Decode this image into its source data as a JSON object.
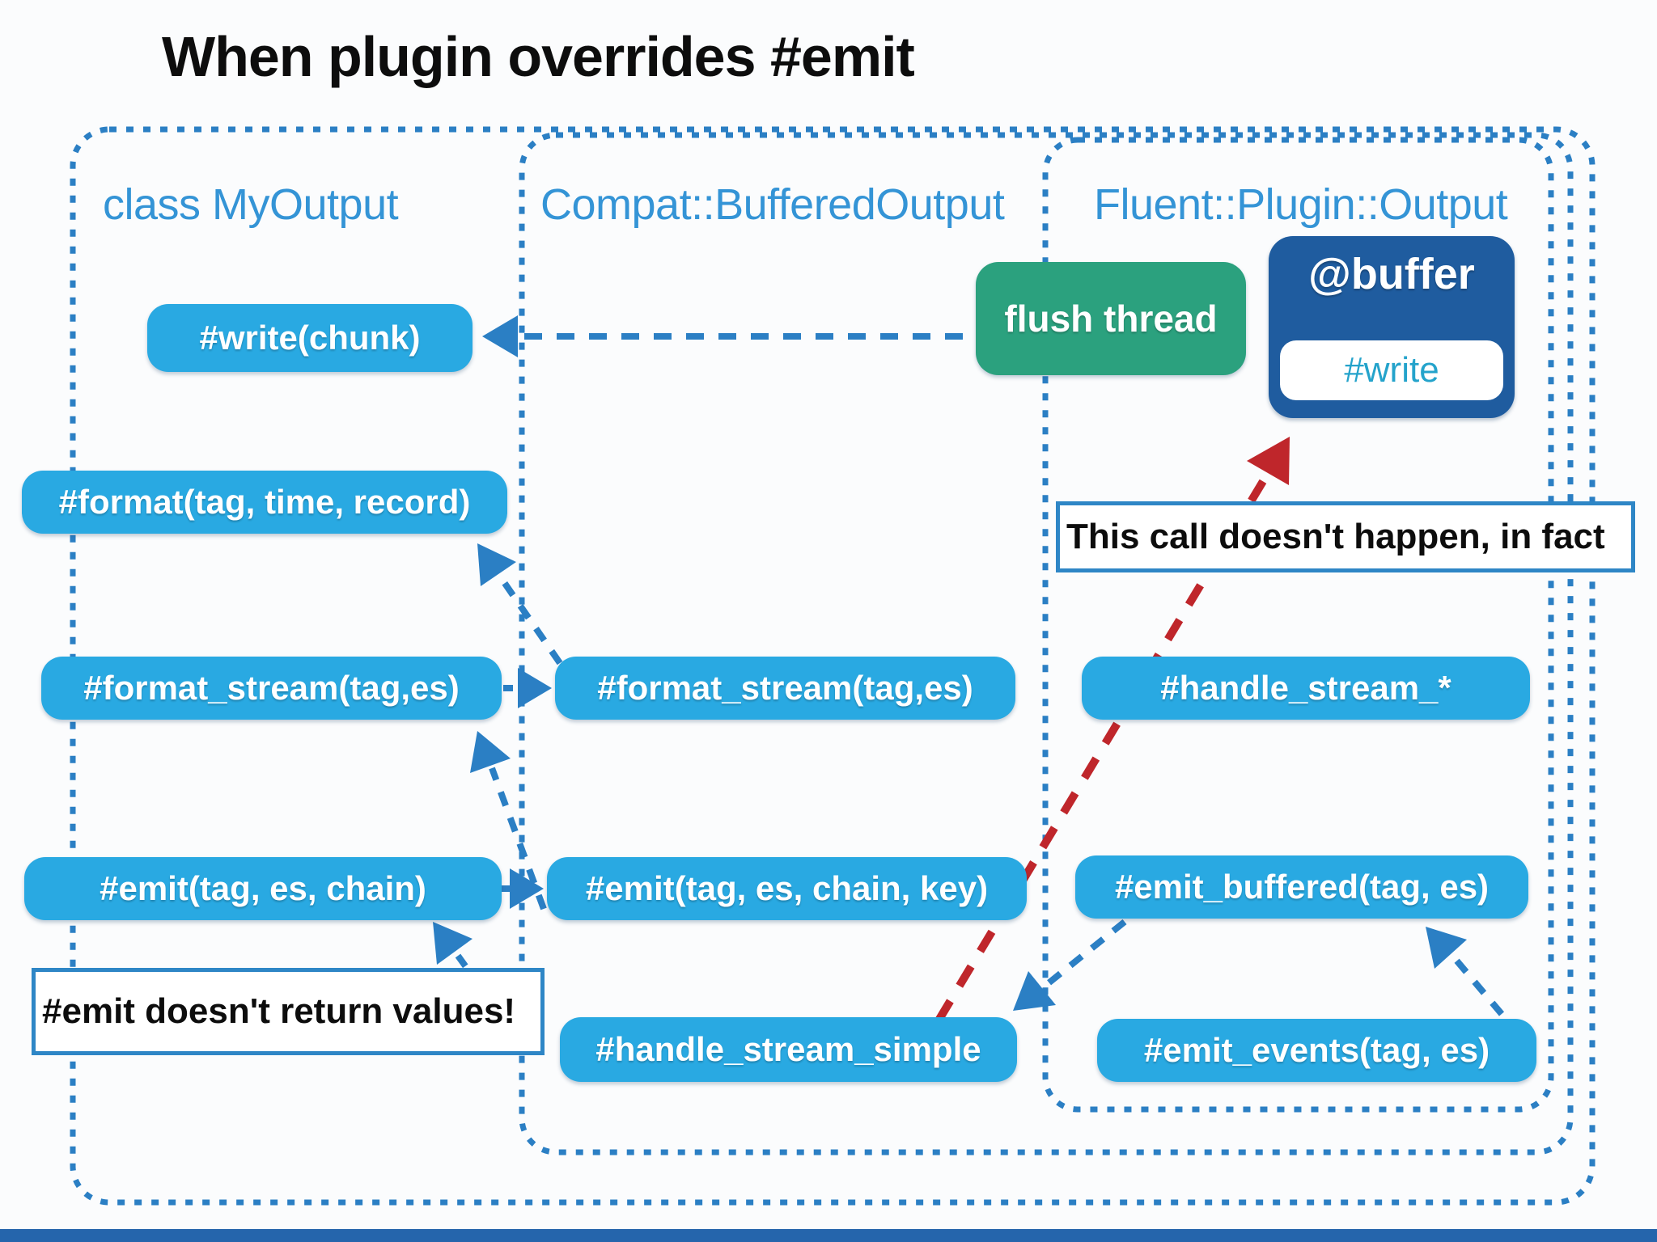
{
  "title": "When plugin overrides #emit",
  "containers": {
    "my_output": {
      "label": "class MyOutput"
    },
    "compat": {
      "label": "Compat::BufferedOutput"
    },
    "fluent": {
      "label": "Fluent::Plugin::Output"
    }
  },
  "boxes": {
    "write_chunk": {
      "label": "#write(chunk)"
    },
    "format": {
      "label": "#format(tag, time, record)"
    },
    "format_stream_left": {
      "label": "#format_stream(tag,es)"
    },
    "emit_left": {
      "label": "#emit(tag, es, chain)"
    },
    "format_stream_mid": {
      "label": "#format_stream(tag,es)"
    },
    "emit_mid": {
      "label": "#emit(tag, es, chain, key)"
    },
    "handle_stream_simple": {
      "label": "#handle_stream_simple"
    },
    "handle_stream_star": {
      "label": "#handle_stream_*"
    },
    "emit_buffered": {
      "label": "#emit_buffered(tag, es)"
    },
    "emit_events": {
      "label": "#emit_events(tag, es)"
    },
    "flush_thread": {
      "label": "flush thread"
    },
    "buffer": {
      "label": "@buffer",
      "write_label": "#write"
    }
  },
  "callouts": {
    "no_call": "This call doesn't happen, in fact",
    "no_return": "#emit doesn't return values!"
  },
  "colors": {
    "box_blue": "#29a9e2",
    "green": "#2ba17e",
    "dark_blue": "#1f5c9f",
    "line_blue": "#2b7fc4",
    "heading_blue": "#3494d6",
    "red": "#bf262b",
    "chip_text": "#24a3cb",
    "callout_border": "#2e86c6",
    "bottom_bar": "#2565ac",
    "text_white": "#ffffff",
    "text_black": "#0d0d0d"
  }
}
